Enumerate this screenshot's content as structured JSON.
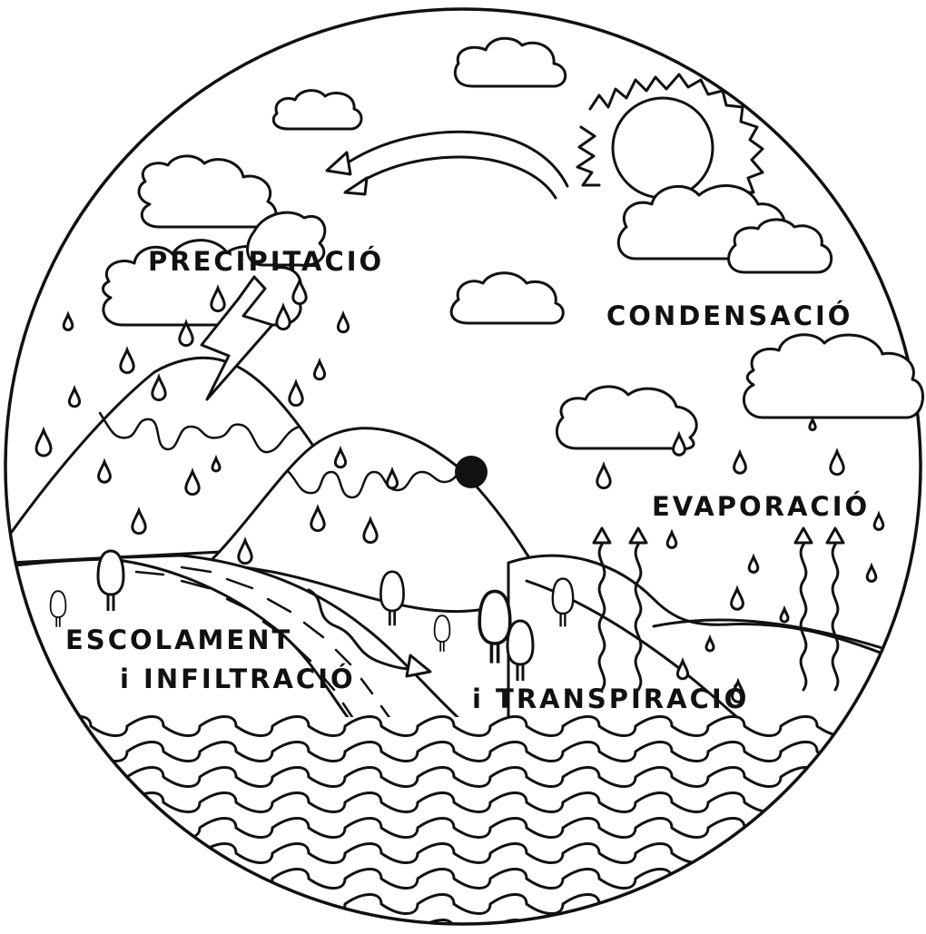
{
  "labels": {
    "precipitation": "PRECIPITACIÓ",
    "condensation": "CONDENSACIÓ",
    "evaporation": "EVAPORACIÓ",
    "transpiration": "i TRANSPIRACIÓ",
    "runoff_line1": "ESCOLAMENT",
    "runoff_line2": "i INFILTRACIÓ"
  },
  "colors": {
    "ink": "#111111",
    "background": "#ffffff"
  },
  "icons": [
    "sun-icon",
    "cloud-icon",
    "raindrop-icon",
    "lightning-icon",
    "tree-icon",
    "arrow-icon",
    "marker-dot"
  ]
}
